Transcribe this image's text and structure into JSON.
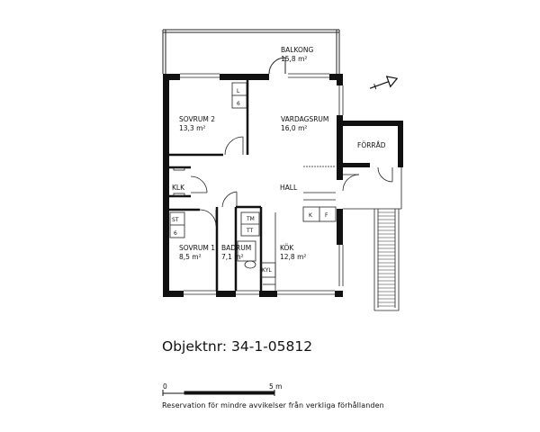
{
  "rooms": {
    "balkong": {
      "name": "BALKONG",
      "area": "15,8 m²"
    },
    "sovrum2": {
      "name": "SOVRUM 2",
      "area": "13,3 m²"
    },
    "vardagsrum": {
      "name": "VARDAGSRUM",
      "area": "16,0 m²"
    },
    "forrad": {
      "name": "FÖRRÅD"
    },
    "klk": {
      "name": "KLK"
    },
    "hall": {
      "name": "HALL"
    },
    "sovrum1": {
      "name": "SOVRUM 1",
      "area": "8,5 m²"
    },
    "badrum": {
      "name": "BADRUM",
      "area": "7,1 m²"
    },
    "kok": {
      "name": "KÖK",
      "area": "12,8 m²"
    }
  },
  "fixtures": {
    "l": "L",
    "six_top": "6",
    "st": "ST",
    "six_bottom": "6",
    "k": "K",
    "f": "F",
    "tm": "TM",
    "tt": "TT",
    "kyl": "KYL"
  },
  "objektnr": "Objektnr: 34-1-05812",
  "scale": {
    "start": "0",
    "end": "5 m"
  },
  "disclaimer": "Reservation för mindre avvikelser från verkliga förhållanden",
  "colors": {
    "wall": "#111111",
    "line": "#222222"
  },
  "icons": [
    "north-arrow-icon"
  ]
}
